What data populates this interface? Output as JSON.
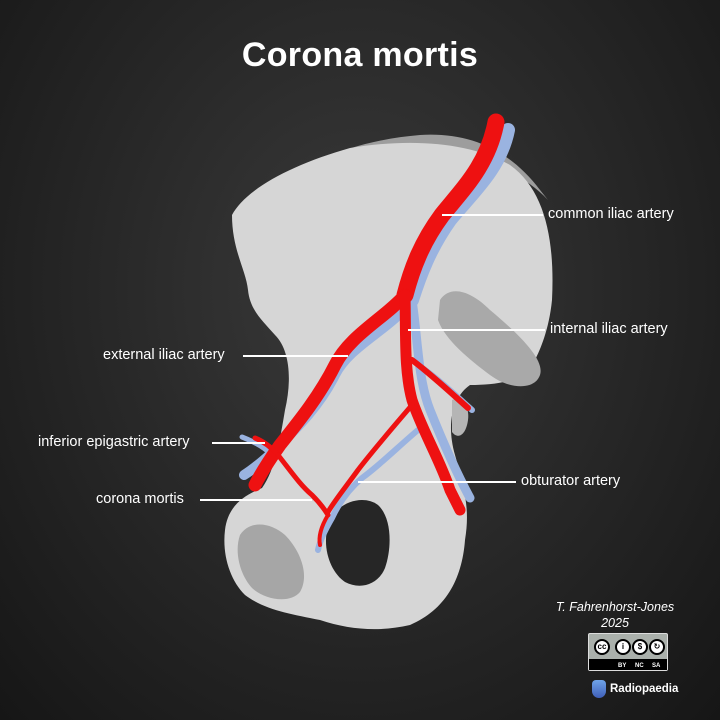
{
  "title": "Corona mortis",
  "labels": {
    "common_iliac": "common iliac artery",
    "internal_iliac": "internal iliac artery",
    "external_iliac": "external iliac artery",
    "inferior_epigastric": "inferior epigastric artery",
    "obturator": "obturator artery",
    "corona_mortis": "corona mortis"
  },
  "credit": {
    "author": "T. Fahrenhorst-Jones",
    "year": "2025",
    "license_badge": [
      "BY",
      "NC",
      "SA"
    ],
    "logo_text": "Radiopaedia"
  },
  "colors": {
    "background": "#262626",
    "bone": "#d6d6d6",
    "bone_shadow": "#aaaaaa",
    "artery": "#ee1111",
    "vein": "#9ab3e0",
    "leader_line": "#ffffff"
  }
}
